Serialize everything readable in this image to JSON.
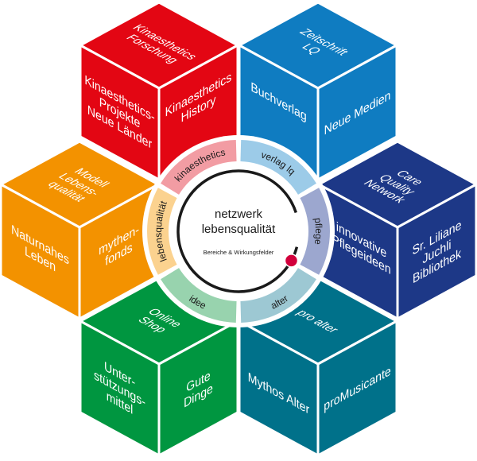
{
  "cubes": [
    {
      "id": "kinaesthetics",
      "color": "#e30613",
      "top": [
        "Kinaesthetics",
        "Forschung"
      ],
      "left": [
        "Kinaesthetics-",
        "Projekte",
        "Neue Länder"
      ],
      "right": [
        "Kinaesthetics",
        "History"
      ]
    },
    {
      "id": "verlag",
      "color": "#0f7cc1",
      "top": [
        "Zeitschrift",
        "LQ"
      ],
      "left": [
        "Buchverlag"
      ],
      "right": [
        "Neue Medien"
      ]
    },
    {
      "id": "lebensqualitaet",
      "color": "#f39200",
      "top": [
        "Modell",
        "Lebens-",
        "qualität"
      ],
      "left": [
        "Naturnahes",
        "Leben"
      ],
      "right": [
        "mythen-",
        "fonds"
      ]
    },
    {
      "id": "pflege",
      "color": "#1d3887",
      "top": [
        "Care",
        "Quality",
        "Network"
      ],
      "left": [
        "innovative",
        "Pflegeideen"
      ],
      "right": [
        "Sr. Liliane",
        "Juchli",
        "Bibliothek"
      ]
    },
    {
      "id": "idee",
      "color": "#009640",
      "top": [
        "Online",
        "Shop"
      ],
      "left": [
        "Unter-",
        "stützungs-",
        "mittel"
      ],
      "right": [
        "Gute",
        "Dinge"
      ]
    },
    {
      "id": "alter",
      "color": "#00718a",
      "top": [
        "pro alter"
      ],
      "left": [
        "Mythos Alter"
      ],
      "right": [
        "proMusicante"
      ]
    }
  ],
  "ring": [
    {
      "label": "kinaesthetics",
      "color": "#f29ca3"
    },
    {
      "label": "verlag lq",
      "color": "#9ccbe8"
    },
    {
      "label": "pflege",
      "color": "#9ca7cf"
    },
    {
      "label": "alter",
      "color": "#9dc8d3"
    },
    {
      "label": "idee",
      "color": "#98d3ae"
    },
    {
      "label": "lebensqualität",
      "color": "#fbd28f"
    }
  ],
  "center": {
    "title_line1": "netzwerk",
    "title_line2": "lebensqualität",
    "subtitle": "Bereiche & Wirkungsfelder",
    "dot_color": "#d2003c"
  }
}
